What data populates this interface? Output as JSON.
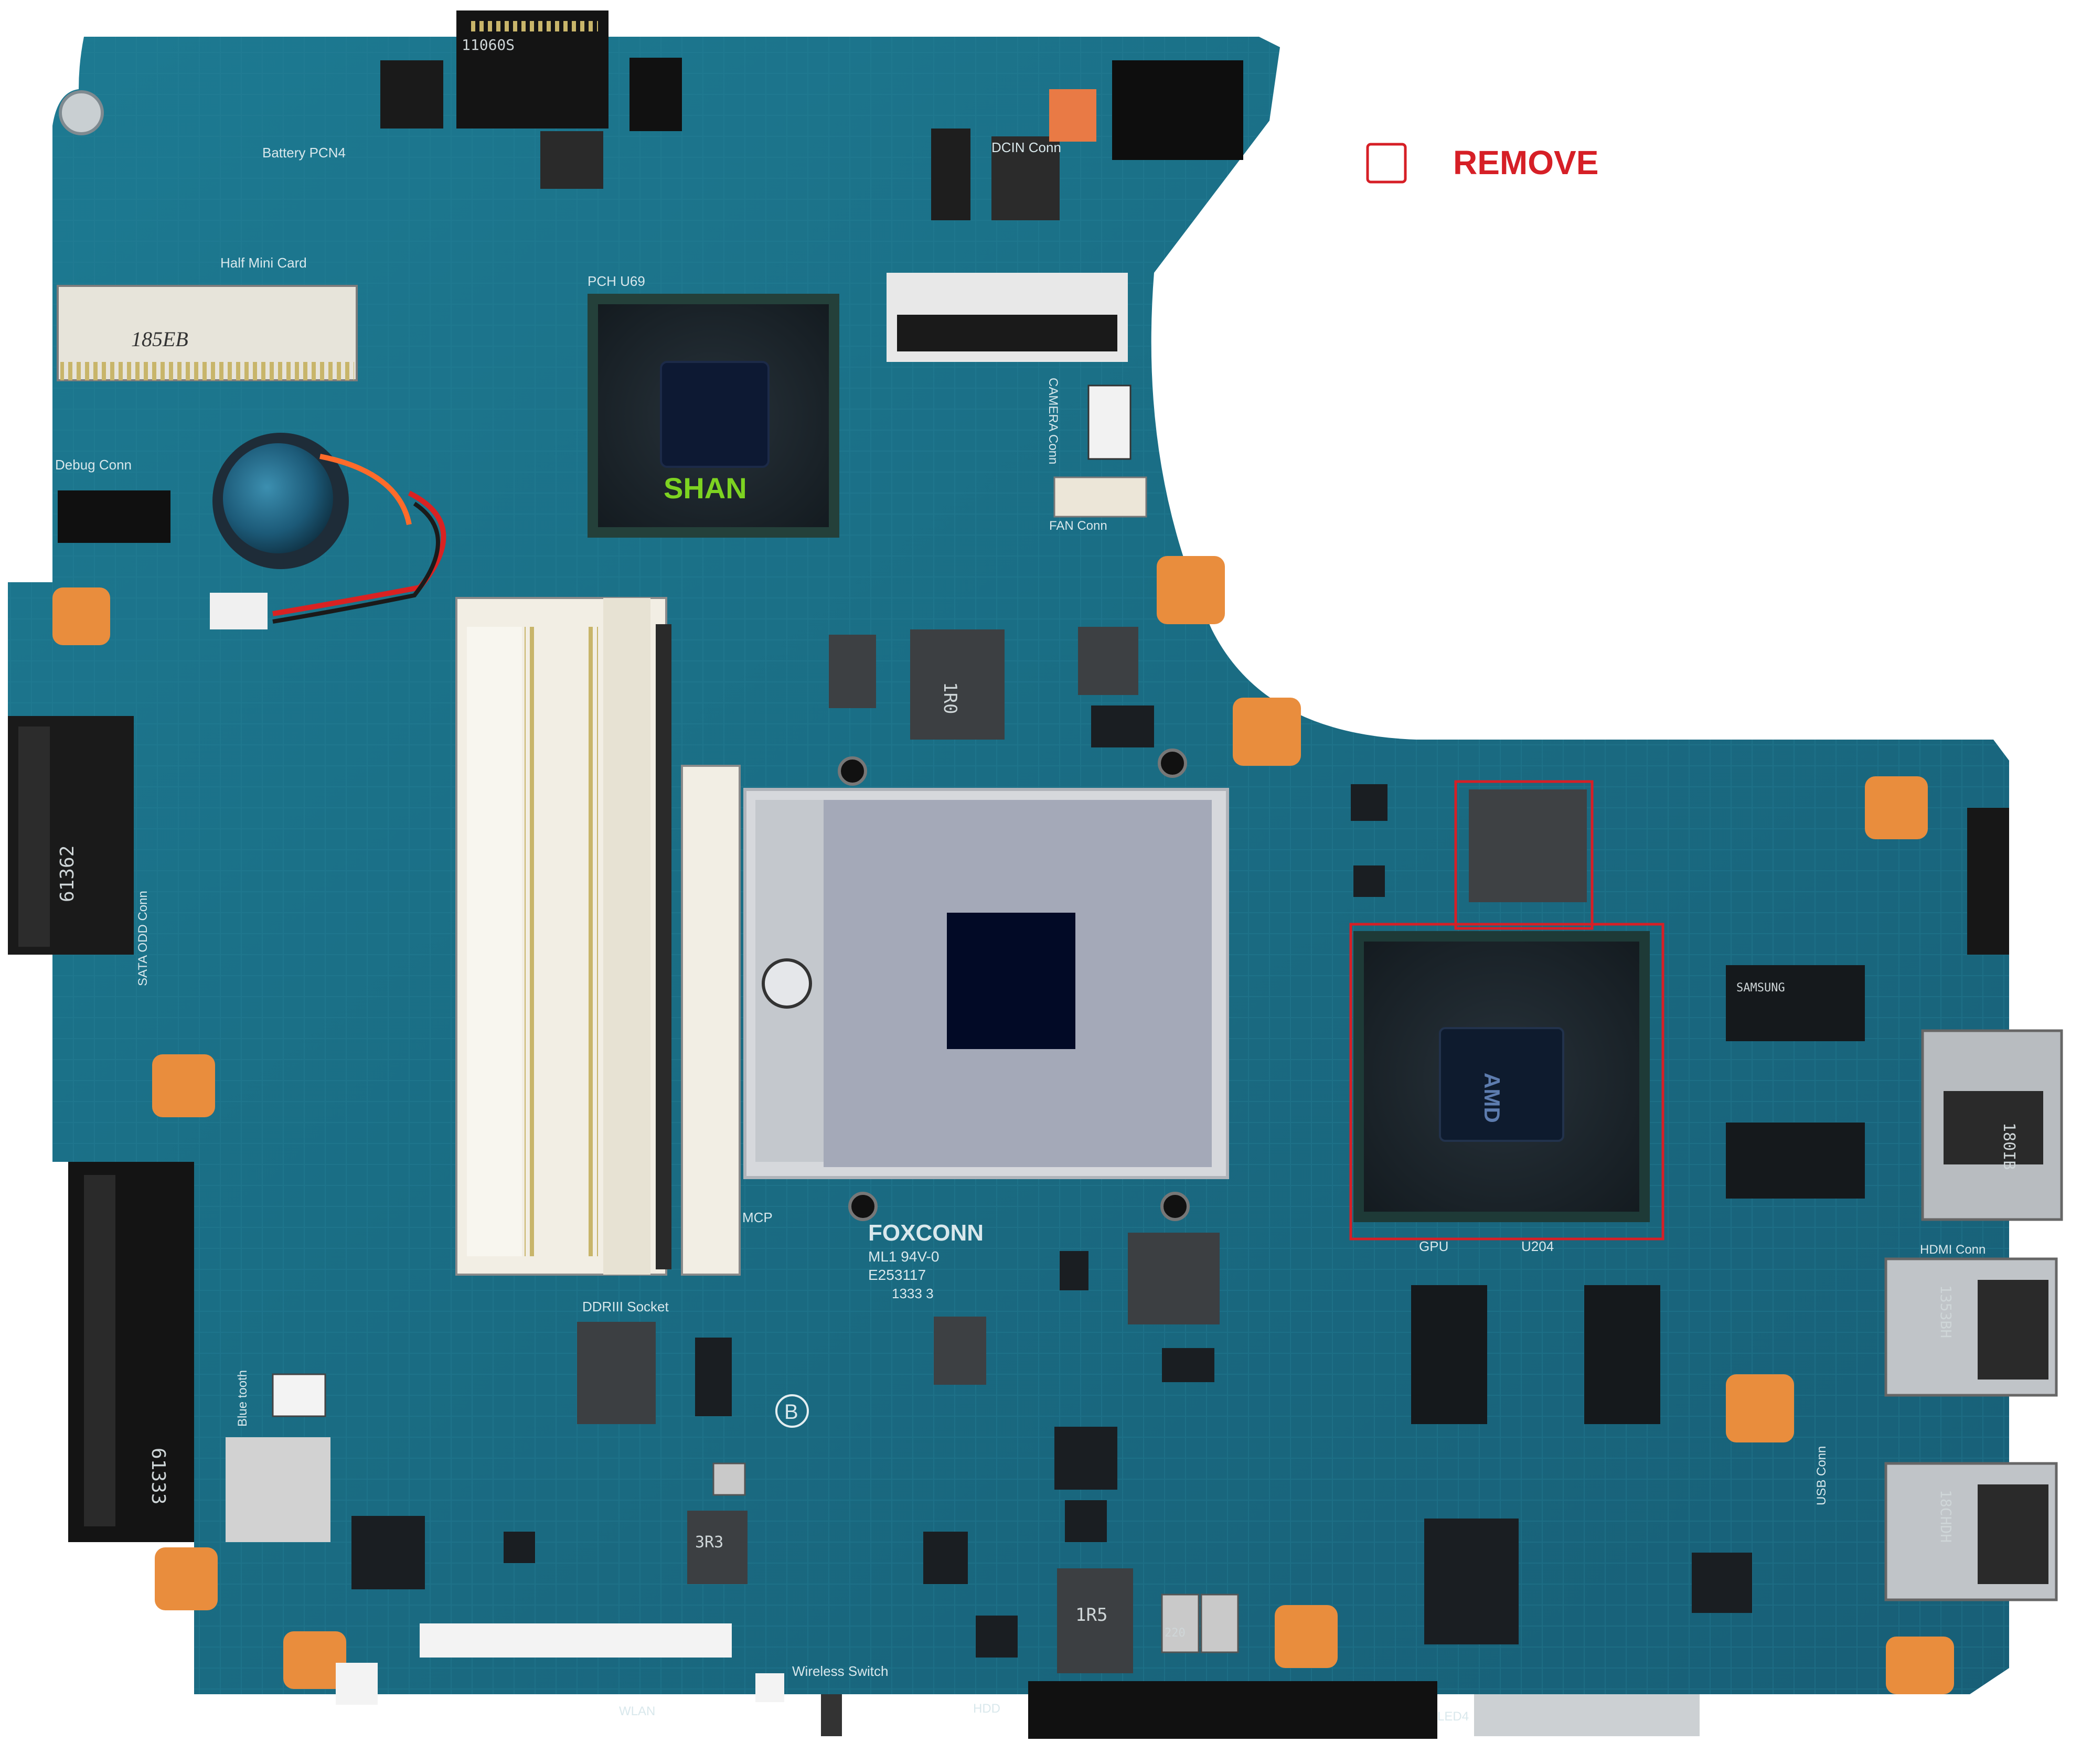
{
  "legend": {
    "label": "REMOVE",
    "color": "#d61f26"
  },
  "board": {
    "pcb_color": "#1c6f86",
    "silkscreen": {
      "soldimm_code": "185EB",
      "chipset_tag": "SHAN",
      "socket_vendor": "FOXCONN",
      "socket_code_1": "ML1 94V-0",
      "socket_code_2": "E253117",
      "socket_code_3": "1333 3",
      "socket_mark": "B",
      "ddr_label": "DDRIII Socket",
      "mcp_label": "MCP",
      "gpu_label": "GPU",
      "gpu_ref": "U204",
      "pch_label": "PCH U69",
      "battery_label": "Battery PCN4",
      "dcin_label": "DCIN Conn",
      "camera_label": "CAMERA Conn",
      "fan_label": "FAN Conn",
      "debug_label": "Debug Conn",
      "sata_label": "SATA ODD Conn",
      "hdmi_label": "HDMI Conn",
      "usb_label": "USB Conn",
      "bluetooth_label": "Blue tooth",
      "wireless_label": "Wireless Switch",
      "wlan_label": "WLAN",
      "hdd_label": "HDD",
      "led_label": "LED4",
      "hdmi_code": "180IB",
      "usb_code_1": "1353BH",
      "usb_code_2": "18CHDH",
      "inductor_1": "1R0",
      "inductor_2": "1R5",
      "inductor_3": "3R3",
      "cap_text": "220",
      "connector_code": "11060S",
      "sata_code": "61362",
      "hdd_code": "61333",
      "half_mini_label": "Half Mini Card",
      "amd_text": "AMD",
      "samsung_text": "SAMSUNG"
    }
  }
}
